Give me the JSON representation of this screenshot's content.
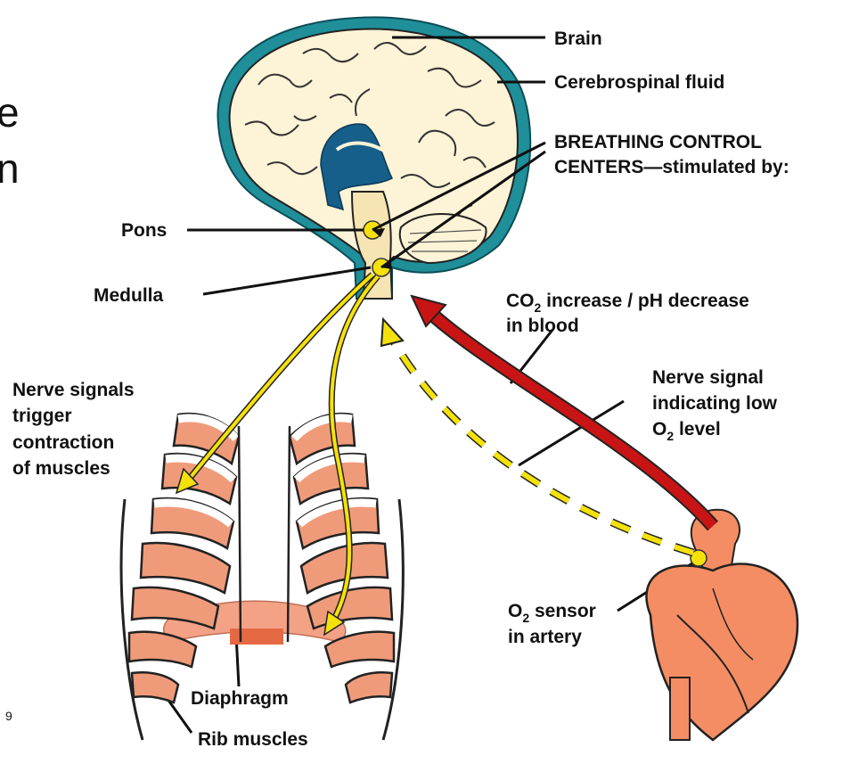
{
  "slide_edge_text": {
    "line1": "e",
    "line2": "n",
    "corner_mark": "9"
  },
  "labels": {
    "brain": "Brain",
    "csf": "Cerebrospinal fluid",
    "breathing_centers_line1": "BREATHING CONTROL",
    "breathing_centers_line2": "CENTERS—stimulated by:",
    "pons": "Pons",
    "medulla": "Medulla",
    "co2_line1_prefix": "CO",
    "co2_line1_sub": "2",
    "co2_line1_rest": " increase / pH decrease",
    "co2_line2": "in blood",
    "nerve_signals_line1": "Nerve signals",
    "nerve_signals_line2": "trigger",
    "nerve_signals_line3": "contraction",
    "nerve_signals_line4": "of muscles",
    "nerve_low_line1": "Nerve signal",
    "nerve_low_line2": "indicating low",
    "nerve_low_line3_prefix": "O",
    "nerve_low_line3_sub": "2",
    "nerve_low_line3_rest": " level",
    "o2_sensor_line1_prefix": "O",
    "o2_sensor_line1_sub": "2",
    "o2_sensor_line1_rest": " sensor",
    "o2_sensor_line2": "in artery",
    "diaphragm": "Diaphragm",
    "rib_muscles": "Rib muscles"
  },
  "colors": {
    "brain_fill": "#fdf3d6",
    "csf": "#1f8f9a",
    "ventricle": "#155f8a",
    "nerve_yellow": "#f5e10a",
    "co2_arrow": "#c81414",
    "rib_muscle": "#ef9b7a",
    "heart": "#f48d63",
    "diaphragm": "#f29272"
  }
}
